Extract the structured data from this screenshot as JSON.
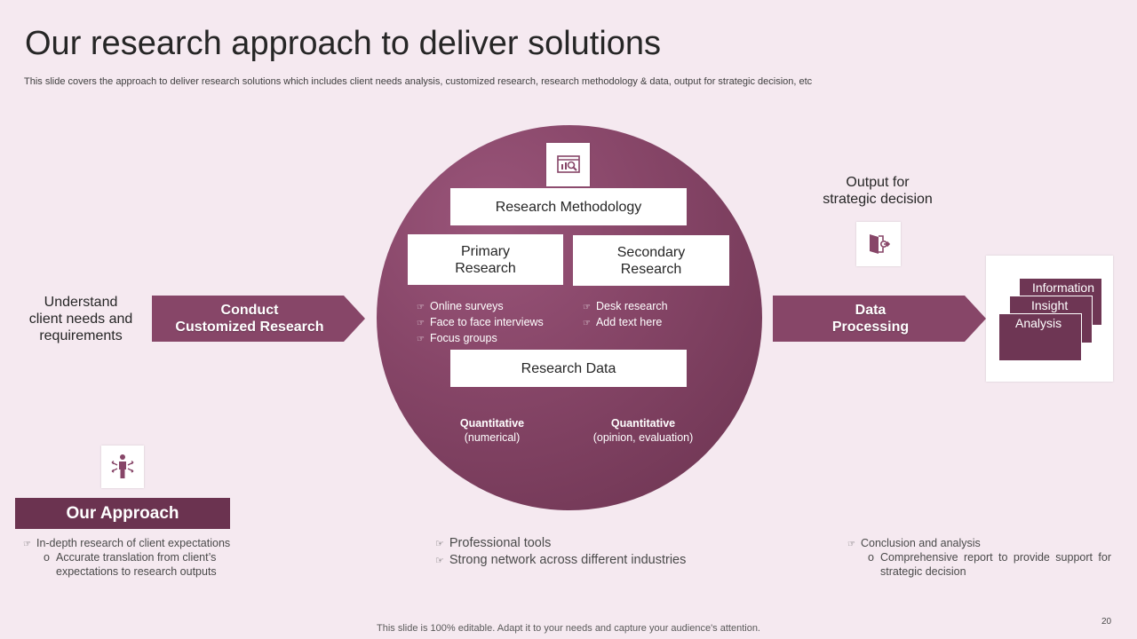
{
  "title": "Our research approach to deliver solutions",
  "subtitle": "This slide covers the approach to deliver research solutions which includes client needs analysis, customized research, research methodology & data, output for strategic decision, etc",
  "left": {
    "heading_line1": "Understand",
    "heading_line2": "client needs and",
    "heading_line3": "requirements",
    "arrow_line1": "Conduct",
    "arrow_line2": "Customized Research"
  },
  "center": {
    "methodology": "Research Methodology",
    "primary_line1": "Primary",
    "primary_line2": "Research",
    "secondary_line1": "Secondary",
    "secondary_line2": "Research",
    "primary_bullets": [
      "Online surveys",
      "Face to face interviews",
      "Focus groups"
    ],
    "secondary_bullets": [
      "Desk research",
      "Add text here"
    ],
    "data": "Research Data",
    "quant1_title": "Quantitative",
    "quant1_sub": "(numerical)",
    "quant2_title": "Quantitative",
    "quant2_sub": "(opinion, evaluation)"
  },
  "right": {
    "heading_line1": "Output for",
    "heading_line2": "strategic decision",
    "arrow_line1": "Data",
    "arrow_line2": "Processing",
    "cards": [
      "Information",
      "Insight",
      "Analysis"
    ]
  },
  "approach": {
    "label": "Our Approach"
  },
  "bottom": {
    "col1_bullet": "In-depth research of client expectations",
    "col1_sub": "Accurate translation from client’s expectations to research outputs",
    "col2_bullets": [
      "Professional tools",
      "Strong network across different industries"
    ],
    "col3_bullet": "Conclusion and analysis",
    "col3_sub": "Comprehensive report to provide support for strategic decision"
  },
  "footer": "This slide is 100% editable. Adapt it to your needs and capture your audience's attention.",
  "page_number": "20",
  "colors": {
    "background": "#f5e9f0",
    "accent": "#874668",
    "accent_dark": "#6b3350"
  },
  "icons": [
    "research-chart-icon",
    "exit-door-icon",
    "person-arrows-icon"
  ]
}
